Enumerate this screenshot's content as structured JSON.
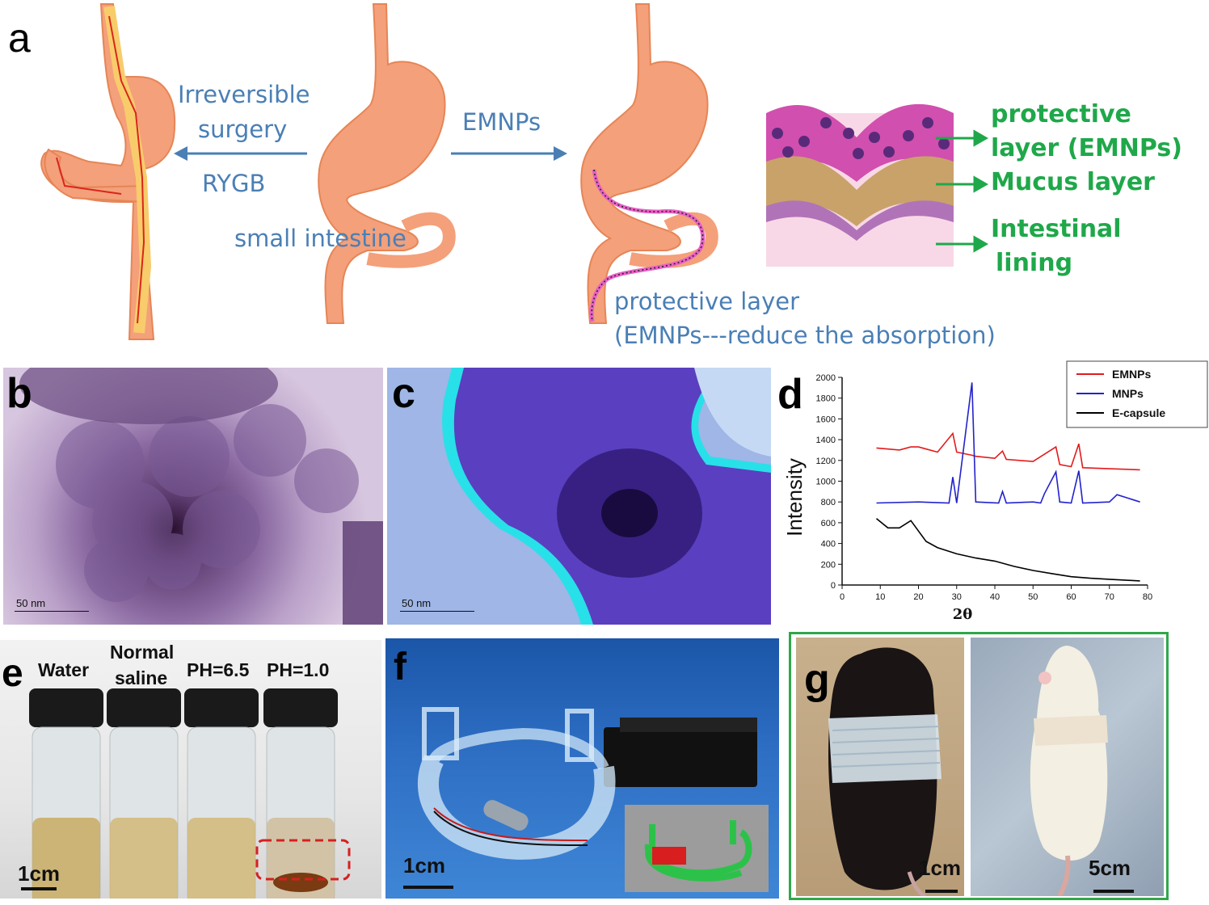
{
  "panels": {
    "a": {
      "label": "a",
      "irreversible": "Irreversible",
      "surgery": "surgery",
      "rygb": "RYGB",
      "small_intestine": "small intestine",
      "emnps": "EMNPs",
      "protective_layer_1": "protective layer",
      "protective_layer_2": "(EMNPs---reduce the absorption)",
      "legend": {
        "protective": "protective",
        "layer_emnps": "layer (EMNPs)",
        "mucus": "Mucus layer",
        "intestinal": "Intestinal",
        "lining": "lining"
      },
      "colors": {
        "text_blue": "#4a7fb5",
        "text_green": "#1fa84a",
        "stomach": "#f4a07a"
      }
    },
    "b": {
      "label": "b",
      "scale_text": "50 nm"
    },
    "c": {
      "label": "c",
      "scale_text": "50 nm"
    },
    "d": {
      "label": "d"
    },
    "e": {
      "label": "e",
      "vials": [
        "Water",
        "Normal",
        "saline",
        "PH=6.5",
        "PH=1.0"
      ],
      "scale_text": "1cm"
    },
    "f": {
      "label": "f",
      "scale_text": "1cm"
    },
    "g": {
      "label": "g",
      "scale_left": "1cm",
      "scale_right": "5cm"
    }
  },
  "chart_data": {
    "type": "line",
    "xlabel": "2θ",
    "ylabel": "Intensity",
    "xlim": [
      0,
      80
    ],
    "ylim": [
      0,
      2000
    ],
    "xticks": [
      0,
      10,
      20,
      30,
      40,
      50,
      60,
      70,
      80
    ],
    "yticks": [
      0,
      200,
      400,
      600,
      800,
      1000,
      1200,
      1400,
      1600,
      1800,
      2000
    ],
    "legend_position": "top-right",
    "series": [
      {
        "name": "EMNPs",
        "color": "#e31a1c",
        "x": [
          9,
          15,
          18,
          20,
          25,
          29,
          30,
          34,
          35,
          40,
          42,
          43,
          50,
          56,
          57,
          60,
          62,
          63,
          70,
          78
        ],
        "y": [
          1320,
          1300,
          1330,
          1330,
          1280,
          1460,
          1280,
          1250,
          1240,
          1220,
          1290,
          1210,
          1190,
          1330,
          1160,
          1140,
          1360,
          1130,
          1120,
          1110
        ]
      },
      {
        "name": "MNPs",
        "color": "#2222cc",
        "x": [
          9,
          20,
          28,
          29,
          30,
          34,
          35,
          41,
          42,
          43,
          50,
          52,
          53,
          56,
          57,
          60,
          62,
          63,
          70,
          72,
          78
        ],
        "y": [
          790,
          800,
          790,
          1040,
          790,
          1950,
          800,
          790,
          900,
          790,
          800,
          790,
          880,
          1090,
          800,
          790,
          1100,
          790,
          800,
          870,
          800
        ]
      },
      {
        "name": "E-capsule",
        "color": "#000000",
        "x": [
          9,
          12,
          15,
          18,
          20,
          22,
          25,
          30,
          35,
          40,
          45,
          50,
          55,
          60,
          65,
          70,
          75,
          78
        ],
        "y": [
          640,
          550,
          550,
          620,
          520,
          420,
          360,
          300,
          260,
          230,
          180,
          140,
          110,
          80,
          65,
          55,
          45,
          40
        ]
      }
    ]
  }
}
